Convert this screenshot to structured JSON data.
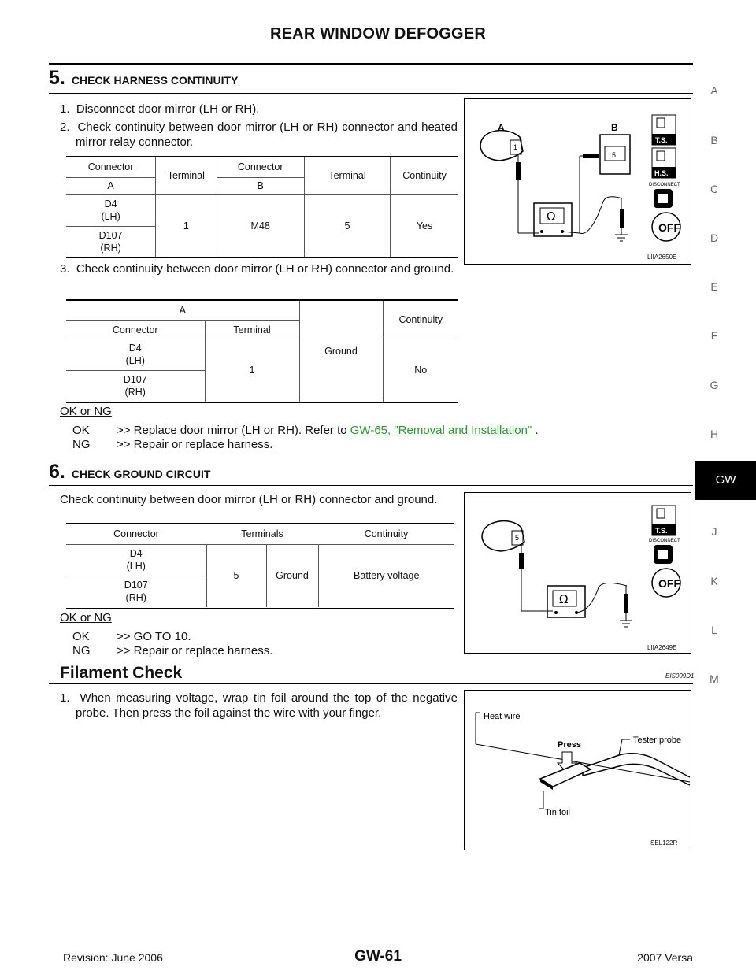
{
  "header": {
    "title": "REAR WINDOW DEFOGGER"
  },
  "side_index": [
    "A",
    "B",
    "C",
    "D",
    "E",
    "F",
    "G",
    "H",
    "GW",
    "J",
    "K",
    "L",
    "M"
  ],
  "side_active": "GW",
  "step5": {
    "number": "5.",
    "title": "CHECK HARNESS CONTINUITY",
    "items": [
      "1.  Disconnect door mirror (LH or RH).",
      "2.  Check continuity between door mirror (LH or RH) connector and heated mirror relay connector."
    ],
    "table1": {
      "h_connector_a": "Connector",
      "h_a": "A",
      "h_terminal1": "Terminal",
      "h_connector_b": "Connector",
      "h_b": "B",
      "h_terminal2": "Terminal",
      "h_continuity": "Continuity",
      "row1_conn": "D4",
      "row1_side": "(LH)",
      "row2_conn": "D107",
      "row2_side": "(RH)",
      "terminal1": "1",
      "connector_b": "M48",
      "terminal2": "5",
      "continuity": "Yes"
    },
    "item3": "3.  Check continuity between door mirror (LH or RH) connector and ground.",
    "table2": {
      "h_a": "A",
      "h_connector": "Connector",
      "h_terminal": "Terminal",
      "h_ground": "Ground",
      "h_continuity": "Continuity",
      "row1_conn": "D4",
      "row1_side": "(LH)",
      "row2_conn": "D107",
      "row2_side": "(RH)",
      "terminal": "1",
      "continuity": "No"
    },
    "okng_label": "OK or NG",
    "ok_key": "OK",
    "ok_text_pre": ">> Replace door mirror (LH or RH). Refer to ",
    "ok_link": "GW-65, \"Removal and Installation\"",
    "ok_text_post": " .",
    "ng_key": "NG",
    "ng_text": ">> Repair or replace harness.",
    "figure": {
      "code": "LIIA2650E",
      "label_a": "A",
      "label_b": "B",
      "pin_a": "1",
      "pin_b": "5",
      "meter": "Ω",
      "badges": [
        "T.S.",
        "H.S."
      ],
      "disconnect": "DISCONNECT",
      "off": "OFF"
    }
  },
  "step6": {
    "number": "6.",
    "title": "CHECK GROUND CIRCUIT",
    "text": "Check continuity between door mirror (LH or RH) connector and ground.",
    "table": {
      "h_connector": "Connector",
      "h_terminals": "Terminals",
      "h_continuity": "Continuity",
      "row1_conn": "D4",
      "row1_side": "(LH)",
      "row2_conn": "D107",
      "row2_side": "(RH)",
      "terminal": "5",
      "ground": "Ground",
      "continuity": "Battery voltage"
    },
    "okng_label": "OK or NG",
    "ok_key": "OK",
    "ok_text": ">> GO TO 10.",
    "ng_key": "NG",
    "ng_text": ">> Repair or replace harness.",
    "figure": {
      "code": "LIIA2649E",
      "pin": "5",
      "meter": "Ω",
      "badge": "T.S.",
      "disconnect": "DISCONNECT",
      "off": "OFF"
    }
  },
  "filament": {
    "title": "Filament Check",
    "code": "EIS009D1",
    "item1": "1.  When measuring voltage, wrap tin foil around the top of the negative probe. Then press the foil against the wire with your finger.",
    "figure": {
      "code": "SEL122R",
      "heat_wire": "Heat wire",
      "press": "Press",
      "tester_probe": "Tester probe",
      "tin_foil": "Tin foil"
    }
  },
  "footer": {
    "revision": "Revision: June 2006",
    "page": "GW-61",
    "model": "2007 Versa"
  }
}
